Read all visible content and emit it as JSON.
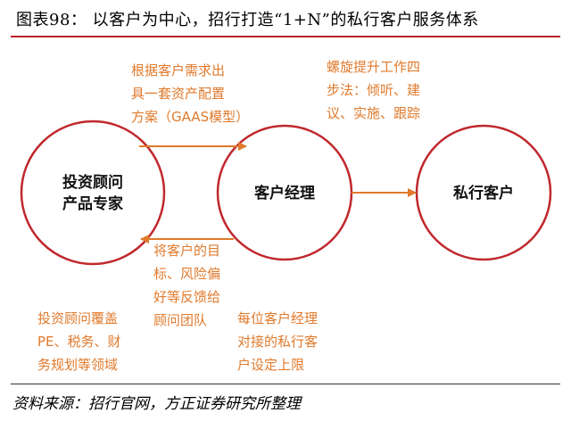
{
  "title": "图表98：  以客户为中心，招行打造“1+N”的私行客户服务体系",
  "nodes": {
    "left_line1": "投资顾问",
    "left_line2": "产品专家",
    "center": "客户经理",
    "right": "私行客户"
  },
  "notes": {
    "top_left": [
      "根据客户需求出",
      "具一套资产配置",
      "方案（GAAS模型）"
    ],
    "top_right": [
      "螺旋提升工作四",
      "步法：倾听、建",
      "议、实施、跟踪"
    ],
    "middle": [
      "将客户的目",
      "标、风险偏",
      "好等反馈给",
      "顾问团队"
    ],
    "bottom_left": [
      "投资顾问覆盖",
      "PE、税务、财",
      "务规划等领域"
    ],
    "bottom_right": [
      "每位客户经理",
      "对接的私行客",
      "户设定上限"
    ]
  },
  "source": "资料来源：招行官网，方正证券研究所整理",
  "colors": {
    "circle": "#c0282d",
    "arrow": "#e07a2c",
    "note": "#e07a2c",
    "rule": "#b8202a"
  }
}
